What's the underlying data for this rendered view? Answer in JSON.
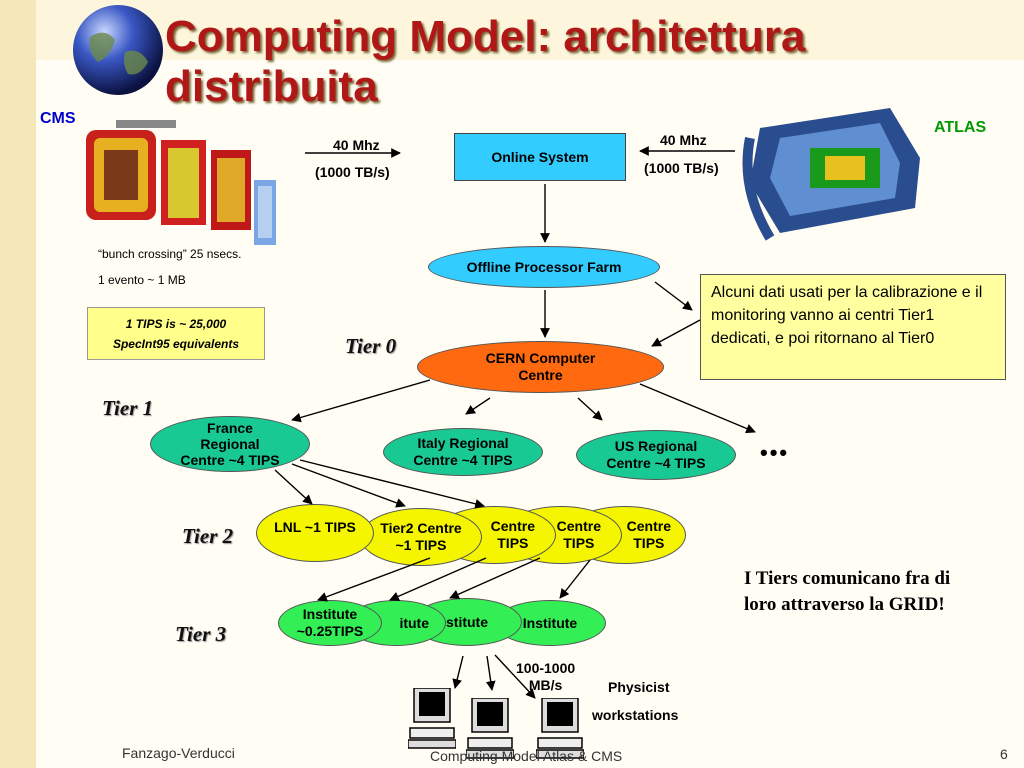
{
  "title": "Computing Model: architettura distribuita",
  "labels": {
    "cms": "CMS",
    "atlas": "ATLAS",
    "rate_left": "40 Mhz",
    "volume_left": "(1000 TB/s)",
    "rate_right": "40 Mhz",
    "volume_right": "(1000 TB/s)",
    "bunch": "“bunch crossing” 25 nsecs.",
    "evento": "1 evento ~ 1 MB",
    "tips_box": [
      "1 TIPS is ~ 25,000",
      "SpecInt95 equivalents"
    ],
    "callout": "Alcuni dati usati per  la calibrazione e il monitoring vanno ai centri Tier1 dedicati, e poi ritornano al Tier0",
    "grid_note": "I Tiers comunicano fra di loro attraverso la GRID!",
    "bandwidth": [
      "100-1000",
      "MB/s"
    ],
    "workstations": [
      "Physicist",
      "workstations"
    ],
    "ellipsis": "•••"
  },
  "tiers": {
    "tier0": "Tier 0",
    "tier1": "Tier 1",
    "tier2": "Tier 2",
    "tier3": "Tier 3"
  },
  "nodes": {
    "online": "Online System",
    "offline": "Offline Processor Farm",
    "cern": [
      "CERN Computer",
      "Centre"
    ],
    "france": [
      "France",
      "Regional",
      "Centre ~4 TIPS"
    ],
    "italy": [
      "Italy Regional",
      "Centre ~4 TIPS"
    ],
    "us": [
      "US Regional",
      "Centre ~4 TIPS"
    ],
    "t2_lnl": "LNL ~1 TIPS",
    "t2_a": [
      "Tier2 Centre",
      "~1 TIPS"
    ],
    "t2_b": [
      "Centre",
      "TIPS"
    ],
    "t2_c": [
      "Centre",
      "TIPS"
    ],
    "t2_d": [
      "Centre",
      "TIPS"
    ],
    "inst_main": [
      "Institute",
      "~0.25TIPS"
    ],
    "inst_b": "itute",
    "inst_c": "stitute",
    "inst_d": "Institute"
  },
  "footer": {
    "author": "Fanzago-Verducci",
    "subject": "Computing Model Atlas & CMS",
    "page": "6"
  },
  "colors": {
    "title": "#b01818",
    "tier1_green": "#19c993",
    "tier2_yellow": "#f5f500",
    "tier3_green": "#33ee55",
    "online_blue": "#33ccff",
    "offline_blue": "#33ccff",
    "cern_orange": "#ff6a10",
    "callout_bg": "#ffffa0",
    "tips_box_bg": "#ffff8a",
    "cms_label": "#0000cc",
    "atlas_label": "#009900"
  },
  "icons": [
    "globe-icon",
    "cms-detector-image",
    "atlas-detector-image",
    "workstation-icon"
  ]
}
